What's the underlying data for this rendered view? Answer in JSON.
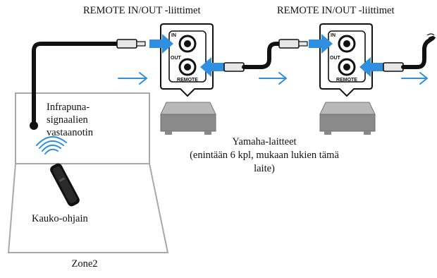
{
  "labels": {
    "connector_1": "REMOTE IN/OUT -liittimet",
    "connector_2": "REMOTE IN/OUT -liittimet",
    "receiver_line1": "Infrapuna-",
    "receiver_line2": "signaalien",
    "receiver_line3": "vastaanotin",
    "devices_line1": "Yamaha-laitteet",
    "devices_line2": "(enintään 6 kpl, mukaan lukien tämä",
    "devices_line3": "laite)",
    "remote": "Kauko-ohjain",
    "zone": "Zone2"
  },
  "jack_labels": {
    "in": "IN",
    "out": "OUT",
    "remote": "REMOTE"
  },
  "colors": {
    "arrow": "#2f8fe0",
    "cable": "#111111",
    "plug": "#e6e6e6",
    "room_line": "#a8a8a8",
    "device_body": "#8a8a8a",
    "device_top": "#b8b8b8",
    "signal_waves": "#2f8fe0"
  }
}
